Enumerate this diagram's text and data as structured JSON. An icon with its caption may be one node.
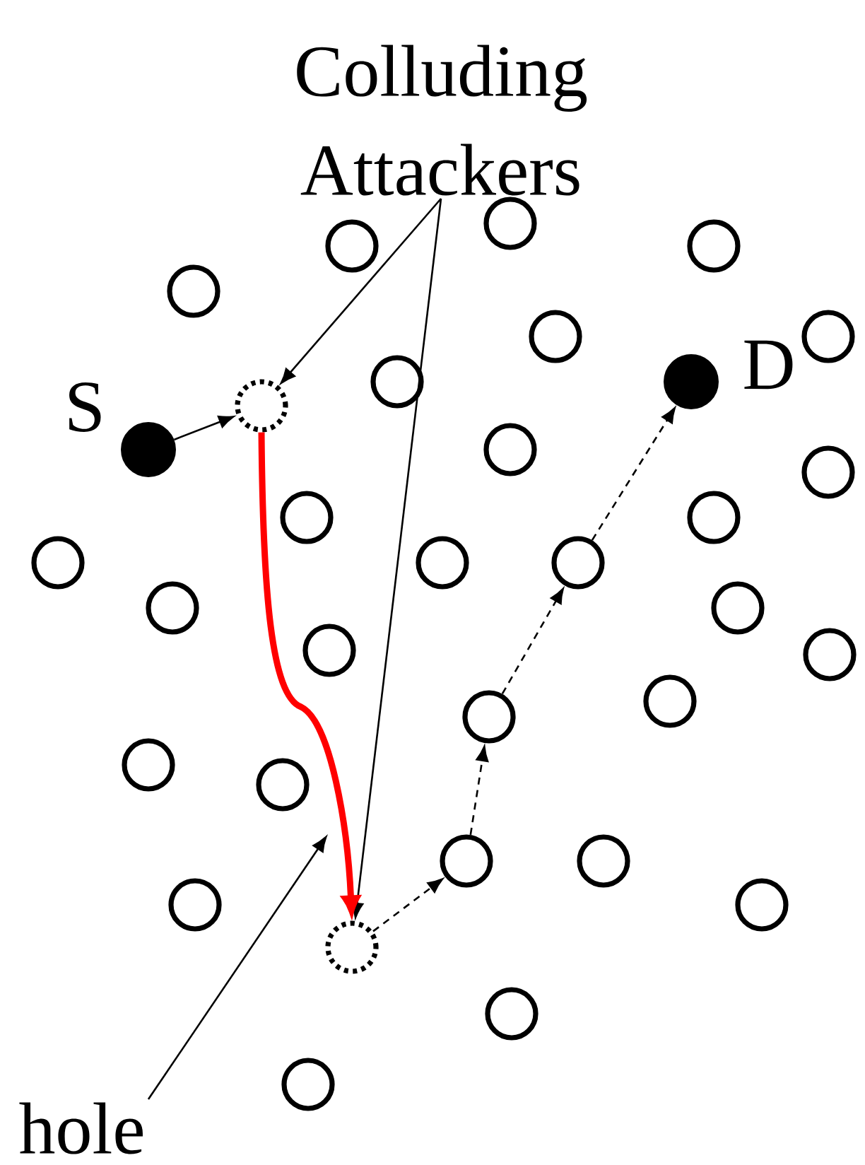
{
  "diagram": {
    "nodes": [
      {
        "text": [
          "Colluding Attackers"
        ]
      },
      {
        "text": [],
        "shape": "circle",
        "beside": [
          "S"
        ]
      },
      {
        "text": [],
        "shape": "circle"
      },
      {
        "text": [],
        "shape": "circle",
        "beside": [
          "D"
        ]
      },
      {
        "text": [],
        "shape": "circle"
      },
      {
        "text": [],
        "shape": "circle"
      },
      {
        "text": [],
        "shape": "circle"
      },
      {
        "text": [],
        "shape": "circle"
      },
      {
        "text": [
          "hole"
        ]
      },
      {
        "text": [],
        "shape": "circle"
      },
      {
        "text": [],
        "shape": "circle"
      },
      {
        "text": [],
        "shape": "circle"
      },
      {
        "text": [],
        "shape": "circle"
      },
      {
        "text": [],
        "shape": "circle"
      },
      {
        "text": [],
        "shape": "circle"
      },
      {
        "text": [],
        "shape": "circle"
      },
      {
        "text": [],
        "shape": "circle"
      },
      {
        "text": [],
        "shape": "circle"
      },
      {
        "text": [],
        "shape": "circle"
      },
      {
        "text": [],
        "shape": "circle"
      },
      {
        "text": [],
        "shape": "circle"
      },
      {
        "text": [],
        "shape": "circle"
      },
      {
        "text": [],
        "shape": "circle"
      },
      {
        "text": [],
        "shape": "circle"
      },
      {
        "text": [],
        "shape": "circle"
      },
      {
        "text": [],
        "shape": "circle"
      },
      {
        "text": [],
        "shape": "circle"
      },
      {
        "text": [],
        "shape": "circle"
      },
      {
        "text": [],
        "shape": "circle"
      },
      {
        "text": [],
        "shape": "circle"
      },
      {
        "text": [],
        "shape": "circle"
      },
      {
        "text": [],
        "shape": "circle"
      },
      {
        "text": [],
        "shape": "circle"
      },
      {
        "text": [],
        "shape": "circle"
      }
    ],
    "edges": [
      {
        "from": 0,
        "to": 2,
        "arrow": "to"
      },
      {
        "from": 0,
        "to": 7,
        "arrow": "to"
      },
      {
        "from": 1,
        "to": 2,
        "arrow": "to"
      },
      {
        "from": 2,
        "to": 7,
        "arrow": "to",
        "style": "thick",
        "color": "#ff0000"
      },
      {
        "from": 7,
        "to": 6,
        "arrow": "to",
        "style": "dashed"
      },
      {
        "from": 6,
        "to": 5,
        "arrow": "to",
        "style": "dashed"
      },
      {
        "from": 5,
        "to": 4,
        "arrow": "to",
        "style": "dashed"
      },
      {
        "from": 4,
        "to": 3,
        "arrow": "to",
        "style": "dashed"
      },
      {
        "from": 8,
        "to": null,
        "arrow": "to"
      }
    ]
  }
}
